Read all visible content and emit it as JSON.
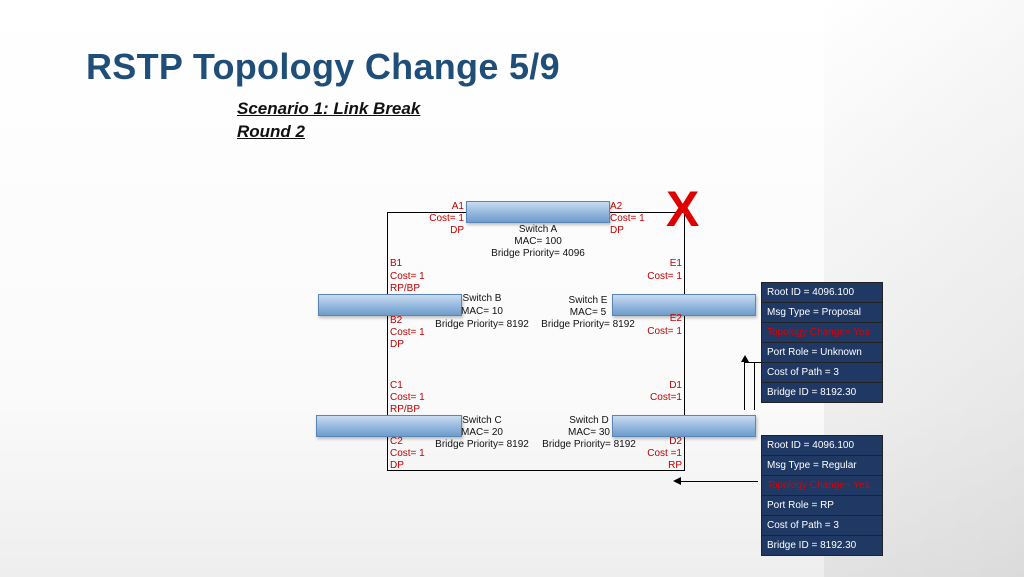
{
  "title": "RSTP Topology Change 5/9",
  "scenario": {
    "line1": "Scenario 1: Link Break",
    "line2": "Round 2"
  },
  "link_break_mark": "X",
  "switches": {
    "a": {
      "name": "Switch A",
      "mac": "MAC= 100",
      "priority": "Bridge Priority= 4096"
    },
    "b": {
      "name": "Switch B",
      "mac": "MAC= 10",
      "priority": "Bridge Priority= 8192"
    },
    "e": {
      "name": "Switch E",
      "mac": "MAC= 5",
      "priority": "Bridge Priority= 8192"
    },
    "c": {
      "name": "Switch C",
      "mac": "MAC= 20",
      "priority": "Bridge Priority= 8192"
    },
    "d": {
      "name": "Switch D",
      "mac": "MAC= 30",
      "priority": "Bridge Priority= 8192"
    }
  },
  "ports": {
    "a1": {
      "id": "A1",
      "cost": "Cost= 1",
      "role": "DP"
    },
    "a2": {
      "id": "A2",
      "cost": "Cost= 1",
      "role": "DP"
    },
    "b1": {
      "id": "B1",
      "cost": "Cost= 1",
      "role": "RP/BP"
    },
    "b2": {
      "id": "B2",
      "cost": "Cost= 1",
      "role": "DP"
    },
    "e1": {
      "id": "E1",
      "cost": "Cost= 1"
    },
    "e2": {
      "id": "E2",
      "cost": "Cost= 1"
    },
    "c1": {
      "id": "C1",
      "cost": "Cost= 1",
      "role": "RP/BP"
    },
    "c2": {
      "id": "C2",
      "cost": "Cost= 1",
      "role": "DP"
    },
    "d1": {
      "id": "D1",
      "cost": "Cost=1"
    },
    "d2": {
      "id": "D2",
      "cost": "Cost =1",
      "role": "RP"
    }
  },
  "bpdu_top": {
    "root_id": "Root ID = 4096.100",
    "msg_type": "Msg Type = Proposal",
    "topology_change": "Topology Change= Yes",
    "port_role": "Port Role = Unknown",
    "cost_of_path": "Cost of Path = 3",
    "bridge_id": "Bridge ID = 8192.30"
  },
  "bpdu_bottom": {
    "root_id": "Root ID = 4096.100",
    "msg_type": "Msg Type = Regular",
    "topology_change": "Topology Change= Yes",
    "port_role": "Port Role = RP",
    "cost_of_path": "Cost of Path = 3",
    "bridge_id": "Bridge ID = 8192.30"
  },
  "colors": {
    "title": "#1f4e79",
    "port_text": "#c00000",
    "bpdu_bg": "#1f3864",
    "break_mark": "#e00000"
  }
}
